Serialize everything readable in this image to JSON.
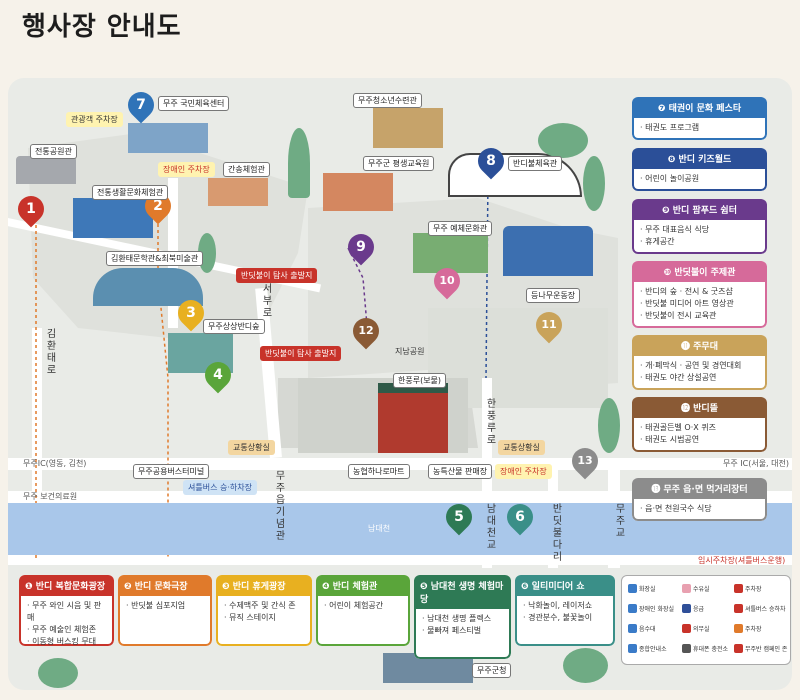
{
  "title": "행사장 안내도",
  "map_labels": {
    "parking_public": "관광객 주차장",
    "tourism_park": "전통공원관",
    "tradition_hall": "전통생활문화체험관",
    "art_hall": "김환태문학관&최북미술관",
    "youth_center": "무주상상반디숲",
    "culture_center": "무주 국민체육센터",
    "parking_disabled": "장애인 주차장",
    "yeseul_hall": "간송체험관",
    "youth_museum": "무주청소년수련관",
    "county_office": "무주군 평생교육원",
    "bandi_hall": "반디불체육관",
    "art_center": "무주 예체문화관",
    "stage": "등나무운동장",
    "jisan_park": "지남공원",
    "hanpung": "한풍루(보물)",
    "shuttle_stop": "무주공용버스터미널",
    "shuttle_bus": "셔틀버스 승·하차장",
    "nonghyup": "농협하나로마트",
    "nongtuk": "농특산물 판매장",
    "parking_disabled2": "장애인 주차장",
    "info_center": "교통상황실",
    "info_center2": "교통상황실",
    "bandi_boat1": "반딧불이 탐사 출발지",
    "bandi_boat2": "반딧불이 탐사 출발지",
    "namdae": "남대천",
    "road_top": "무주IC(영동, 김천)",
    "road_top_right": "무주 IC(서울, 대전)",
    "road_mid": "무주 보건의료원",
    "temp_parking": "임시주차장(셔틀버스운행)",
    "gym_bottom": "무주군청",
    "v_kimhwantae": "김환태로",
    "v_seobuk": "서부로",
    "v_umyeon": "무주읍기념관",
    "v_hanpung": "한풍루로",
    "v_namdae": "남대천교",
    "v_bandi": "반딧불다리",
    "v_muju": "무주교"
  },
  "pins": [
    {
      "num": "1",
      "color": "#c8332a"
    },
    {
      "num": "2",
      "color": "#e07a2b"
    },
    {
      "num": "3",
      "color": "#e8b020"
    },
    {
      "num": "4",
      "color": "#5aa53a"
    },
    {
      "num": "5",
      "color": "#2e7a55"
    },
    {
      "num": "6",
      "color": "#3a8f88"
    },
    {
      "num": "7",
      "color": "#2f73b8"
    },
    {
      "num": "8",
      "color": "#2b4f98"
    },
    {
      "num": "9",
      "color": "#6a3a8c"
    },
    {
      "num": "10",
      "color": "#d66a9a"
    },
    {
      "num": "11",
      "color": "#c9a35a"
    },
    {
      "num": "12",
      "color": "#8a5a35"
    },
    {
      "num": "13",
      "color": "#8c8c8c"
    }
  ],
  "cards": [
    {
      "title": "❼ 태권이 문화 페스타",
      "color": "#2f73b8",
      "items": [
        "· 태권도 프로그램"
      ]
    },
    {
      "title": "❽ 반디 키즈월드",
      "color": "#2b4f98",
      "items": [
        "· 어린이 놀이공원"
      ]
    },
    {
      "title": "❾ 반디 팜푸드 쉼터",
      "color": "#6a3a8c",
      "items": [
        "· 무주 대표음식 식당",
        "· 휴게공간"
      ]
    },
    {
      "title": "❿ 반딧불이 주제관",
      "color": "#d66a9a",
      "items": [
        "· 반디의 숲      · 전시 & 굿즈샵",
        "· 반딧불 미디어 아트 영상관",
        "· 반딧불이 전시 교육관"
      ]
    },
    {
      "title": "⓫ 주무대",
      "color": "#c9a35a",
      "items": [
        "· 개·폐막식    · 공연 및 경연대회",
        "· 태권도 야간 상설공연"
      ]
    },
    {
      "title": "⓬ 반디뜰",
      "color": "#8a5a35",
      "items": [
        "· 태권골든벨 O·X 퀴즈",
        "· 태권도 시범공연"
      ]
    },
    {
      "title": "⓭ 무주 읍·면 먹거리장터",
      "color": "#8c8c8c",
      "items": [
        "· 읍·면 천원국수 식당"
      ]
    }
  ],
  "bottom_cards": [
    {
      "title": "❶ 반디 복합문화광장",
      "color": "#c8332a",
      "items": [
        "· 무주 와인 시음 및 판매",
        "· 무주 예술인 체험존",
        "· 이동형 버스킹 무대"
      ]
    },
    {
      "title": "❷ 반디 문화극장",
      "color": "#e07a2b",
      "items": [
        "· 반딧불 심포지엄"
      ]
    },
    {
      "title": "❸ 반디 휴게광장",
      "color": "#e8b020",
      "items": [
        "· 수제맥주 및 간식 존",
        "· 뮤직 스테이지"
      ]
    },
    {
      "title": "❹ 반디 체험관",
      "color": "#5aa53a",
      "items": [
        "· 어린이 체험공간"
      ]
    },
    {
      "title": "❺ 남대천 생명 체험마당",
      "color": "#2e7a55",
      "items": [
        "· 남대천 생명 플렉스",
        "· 물빠져 페스티벌"
      ]
    },
    {
      "title": "❻ 일티미디어 쇼",
      "color": "#3a8f88",
      "items": [
        "· 낙화놀이, 레이저쇼",
        "· 경관분수, 불꽃놀이"
      ]
    }
  ],
  "legend": [
    {
      "label": "화장실",
      "color": "#3a7bc8"
    },
    {
      "label": "수유실",
      "color": "#e8a0b0"
    },
    {
      "label": "주차장",
      "color": "#c8332a"
    },
    {
      "label": "장애인 화장실",
      "color": "#3a7bc8"
    },
    {
      "label": "응급",
      "color": "#2f4f98"
    },
    {
      "label": "셔틀버스 승하차",
      "color": "#c8332a"
    },
    {
      "label": "음수대",
      "color": "#3a7bc8"
    },
    {
      "label": "의무실",
      "color": "#c8332a"
    },
    {
      "label": "주차장",
      "color": "#e07a2b"
    },
    {
      "label": "종합안내소",
      "color": "#3a7bc8"
    },
    {
      "label": "휴대폰 충전소",
      "color": "#555555"
    },
    {
      "label": "무주반 캠페인 존",
      "color": "#c8332a"
    }
  ]
}
